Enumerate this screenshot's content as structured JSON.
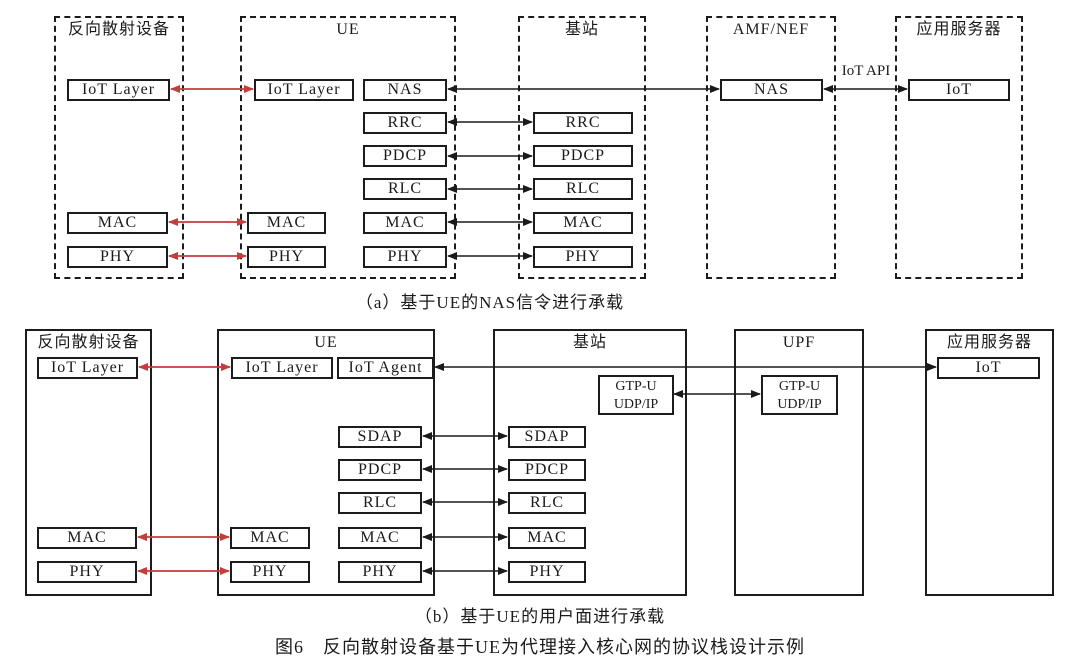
{
  "figure": {
    "caption_a": "（a）基于UE的NAS信令进行承载",
    "caption_b": "（b）基于UE的用户面进行承载",
    "caption_figure": "图6　反向散射设备基于UE为代理接入核心网的协议栈设计示例"
  },
  "colors": {
    "arrow_red": "#c43c3c",
    "line_black": "#1a1a1a"
  },
  "part_a": {
    "containers": {
      "backscatter_device": "反向散射设备",
      "ue": "UE",
      "base_station": "基站",
      "amf_nef": "AMF/NEF",
      "app_server": "应用服务器"
    },
    "boxes": {
      "device_iot_layer": "IoT Layer",
      "device_mac": "MAC",
      "device_phy": "PHY",
      "ue_iot_layer": "IoT Layer",
      "ue_backscatter_mac": "MAC",
      "ue_backscatter_phy": "PHY",
      "ue_nas": "NAS",
      "ue_rrc": "RRC",
      "ue_pdcp": "PDCP",
      "ue_rlc": "RLC",
      "ue_uu_mac": "MAC",
      "ue_uu_phy": "PHY",
      "bs_rrc": "RRC",
      "bs_pdcp": "PDCP",
      "bs_rlc": "RLC",
      "bs_mac": "MAC",
      "bs_phy": "PHY",
      "amf_nas": "NAS",
      "server_iot": "IoT"
    },
    "labels": {
      "iot_api": "IoT API"
    }
  },
  "part_b": {
    "containers": {
      "backscatter_device": "反向散射设备",
      "ue": "UE",
      "base_station": "基站",
      "upf": "UPF",
      "app_server": "应用服务器"
    },
    "boxes": {
      "device_iot_layer": "IoT Layer",
      "device_mac": "MAC",
      "device_phy": "PHY",
      "ue_iot_layer": "IoT Layer",
      "ue_iot_agent": "IoT Agent",
      "ue_backscatter_mac": "MAC",
      "ue_backscatter_phy": "PHY",
      "ue_sdap": "SDAP",
      "ue_pdcp": "PDCP",
      "ue_rlc": "RLC",
      "ue_uu_mac": "MAC",
      "ue_uu_phy": "PHY",
      "bs_sdap": "SDAP",
      "bs_pdcp": "PDCP",
      "bs_rlc": "RLC",
      "bs_mac": "MAC",
      "bs_phy": "PHY",
      "bs_gtpu_l1": "GTP-U",
      "bs_gtpu_l2": "UDP/IP",
      "upf_gtpu_l1": "GTP-U",
      "upf_gtpu_l2": "UDP/IP",
      "server_iot": "IoT"
    }
  }
}
